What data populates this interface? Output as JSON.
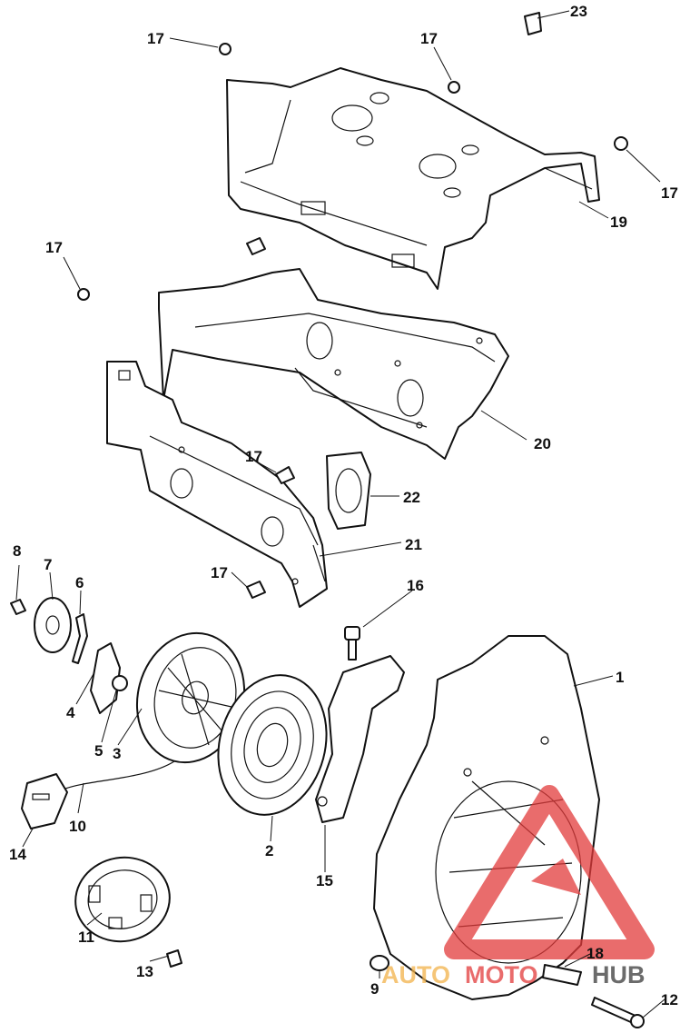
{
  "callouts": [
    {
      "id": "c23",
      "text": "23"
    },
    {
      "id": "c17a",
      "text": "17"
    },
    {
      "id": "c17b",
      "text": "17"
    },
    {
      "id": "c17c",
      "text": "17"
    },
    {
      "id": "c17d",
      "text": "17"
    },
    {
      "id": "c17e",
      "text": "17"
    },
    {
      "id": "c17f",
      "text": "17"
    },
    {
      "id": "c19",
      "text": "19"
    },
    {
      "id": "c20",
      "text": "20"
    },
    {
      "id": "c22",
      "text": "22"
    },
    {
      "id": "c21",
      "text": "21"
    },
    {
      "id": "c16",
      "text": "16"
    },
    {
      "id": "c8",
      "text": "8"
    },
    {
      "id": "c7",
      "text": "7"
    },
    {
      "id": "c6",
      "text": "6"
    },
    {
      "id": "c4",
      "text": "4"
    },
    {
      "id": "c5",
      "text": "5"
    },
    {
      "id": "c3",
      "text": "3"
    },
    {
      "id": "c1",
      "text": "1"
    },
    {
      "id": "c10",
      "text": "10"
    },
    {
      "id": "c14",
      "text": "14"
    },
    {
      "id": "c2",
      "text": "2"
    },
    {
      "id": "c15",
      "text": "15"
    },
    {
      "id": "c11",
      "text": "11"
    },
    {
      "id": "c13",
      "text": "13"
    },
    {
      "id": "c18",
      "text": "18"
    },
    {
      "id": "c9",
      "text": "9"
    },
    {
      "id": "c12",
      "text": "12"
    }
  ],
  "watermark": {
    "part1": "AUTO",
    "part2": "MOTO",
    "part3": "HUB",
    "color_auto": "#f2b24a",
    "color_moto": "#e23b3b",
    "color_hub": "#3a3a3a"
  }
}
